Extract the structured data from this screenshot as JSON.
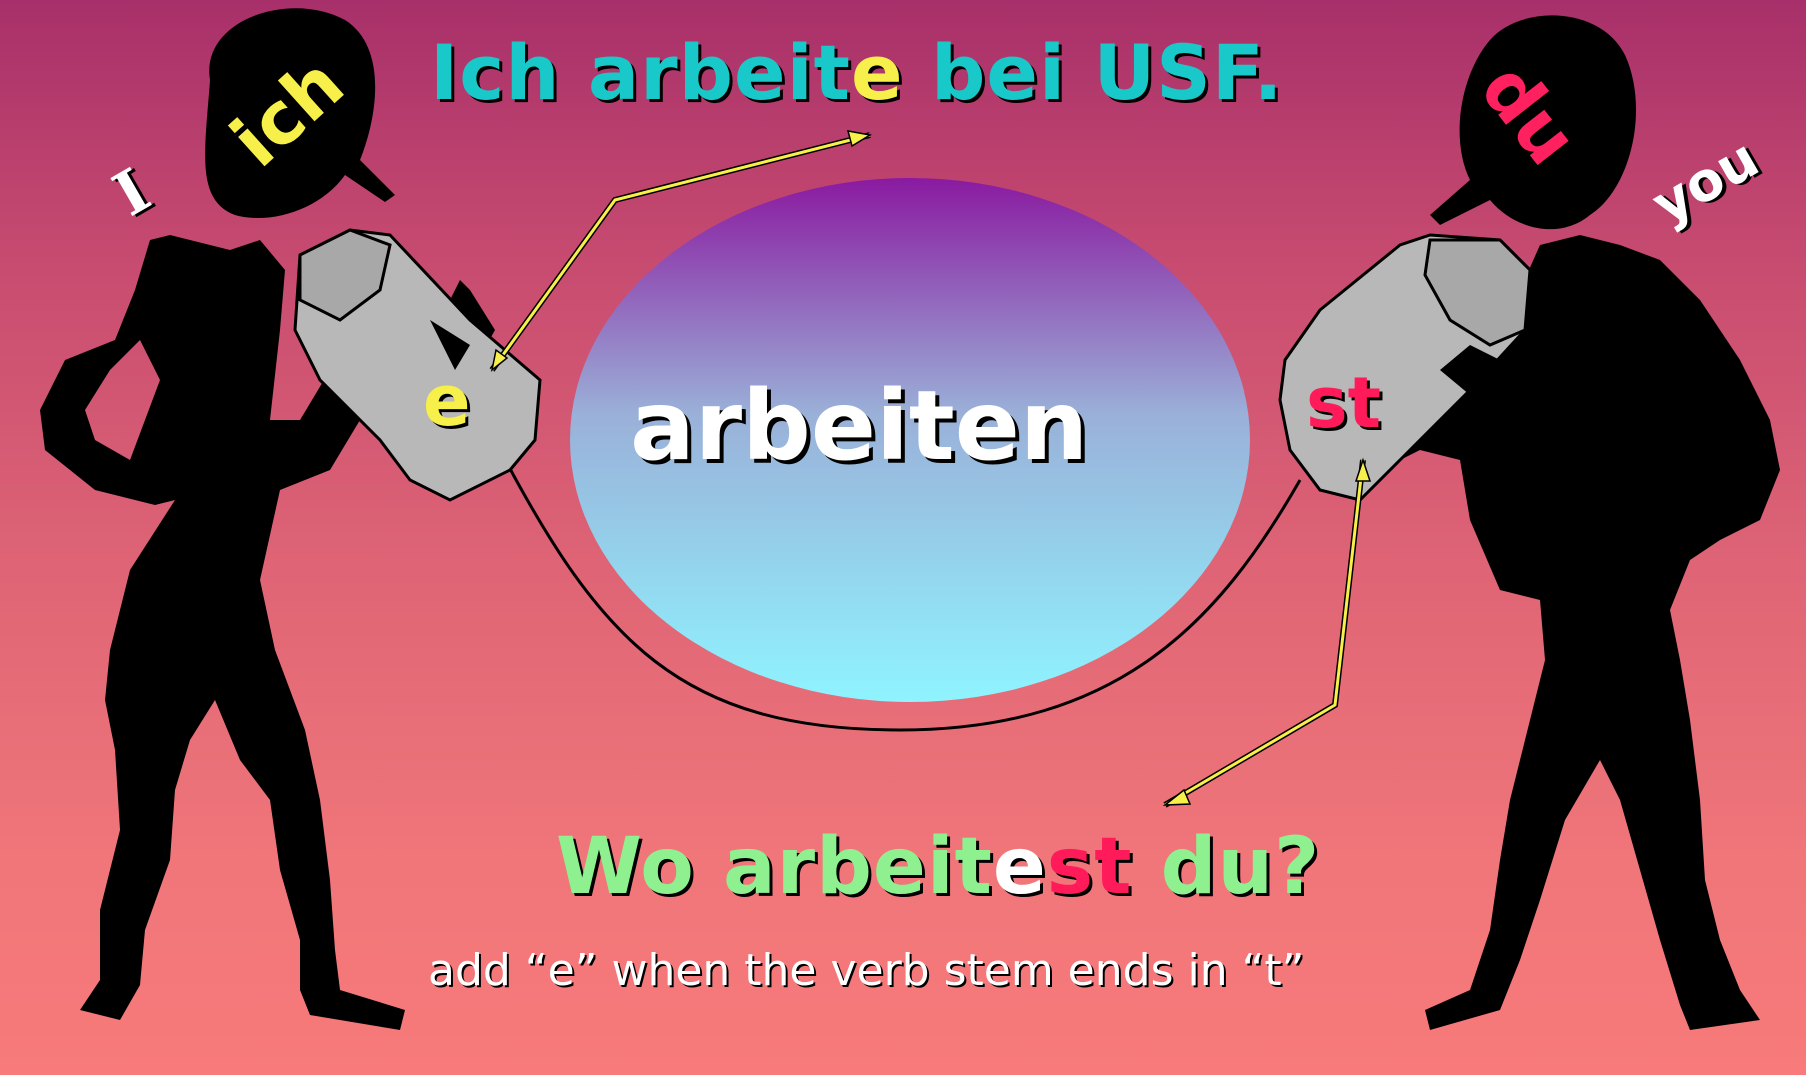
{
  "slide": {
    "top_sentence": {
      "part1": "Ich arbeit",
      "part2": "e",
      "part3": " bei USF."
    },
    "verb": "arbeiten",
    "label_i": "I",
    "label_ich": "ich",
    "label_du": "du",
    "label_you": "you",
    "ending_e": "e",
    "ending_st": "st",
    "bottom_sentence": {
      "part1": "Wo arbeit",
      "part2": "e",
      "part3": "st",
      "part4": " du?"
    },
    "note": "add “e” when the verb stem ends in “t”"
  },
  "colors": {
    "cyan_text": "#19c8c8",
    "green_text": "#8ef08e",
    "yellow": "#f7f04a",
    "magenta": "#ff1a5a",
    "white": "#ffffff",
    "silhouette": "#000000",
    "can_gray": "#b8b8b8"
  },
  "icons": {
    "left_figure": "person-silhouette-icon",
    "right_figure": "person-silhouette-icon",
    "left_can": "tin-can-icon",
    "right_can": "tin-can-icon"
  }
}
